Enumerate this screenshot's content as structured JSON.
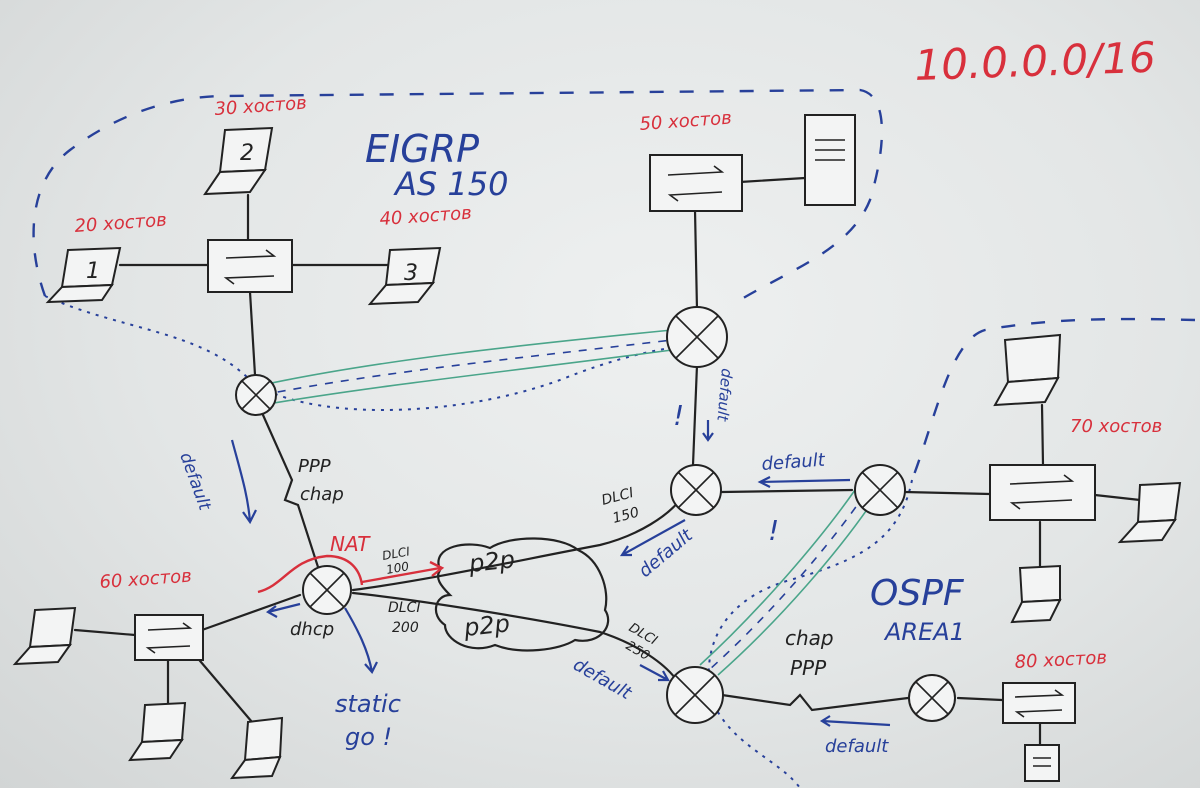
{
  "network": "10.0.0.0/16",
  "domains": {
    "eigrp_title": "EIGRP",
    "eigrp_as": "AS 150",
    "ospf_title": "OSPF",
    "ospf_area": "AREA1"
  },
  "hosts": {
    "pc1_number": "1",
    "pc2_number": "2",
    "pc3_number": "3",
    "pc1_count": "20 хостов",
    "pc2_count": "30 хостов",
    "pc3_count": "40 хостов",
    "server_lan_count": "50 хостов",
    "lan60_count": "60 хостов",
    "lan70_count": "70 хостов",
    "lan80_count": "80 хостов"
  },
  "links": {
    "ppp": "PPP",
    "chap": "chap",
    "nat": "NAT",
    "dhcp": "dhcp",
    "static_line1": "static",
    "static_line2": "go !",
    "dlci_100_label": "DLCI",
    "dlci_100_value": "100",
    "dlci_200_label": "DLCI",
    "dlci_200_value": "200",
    "dlci_150_label": "DLCI",
    "dlci_150_value": "150",
    "dlci_250_label": "DLCI",
    "dlci_250_value": "250",
    "p2p_top": "p2p",
    "p2p_bottom": "p2p",
    "chap_right": "chap",
    "ppp_right": "PPP",
    "default_left": "default",
    "default_mid_vertical": "default",
    "default_right_top": "default",
    "default_dlci150": "default",
    "default_dlci250": "default",
    "default_bottom": "default",
    "bang_left": "!",
    "bang_right": "!"
  }
}
